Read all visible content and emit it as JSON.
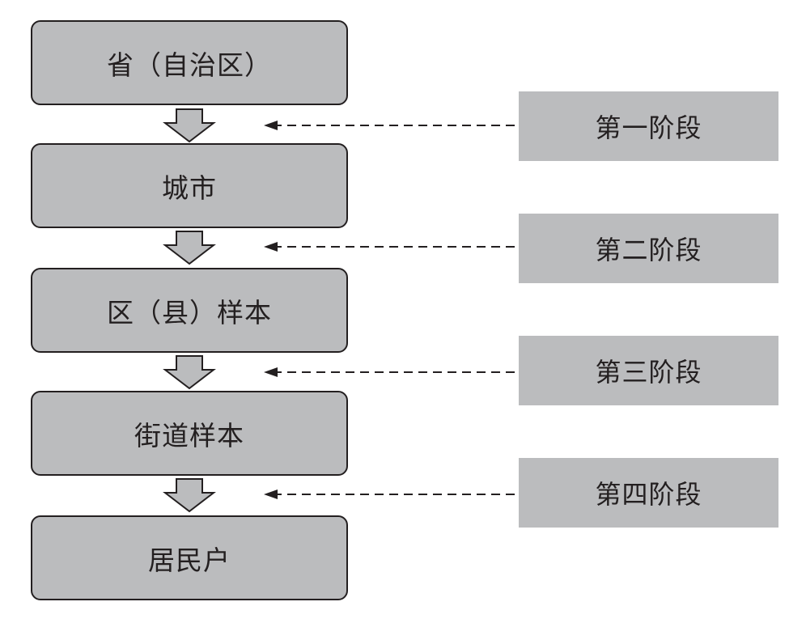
{
  "levels": [
    {
      "label": "省（自治区）"
    },
    {
      "label": "城市"
    },
    {
      "label": "区（县）样本"
    },
    {
      "label": "街道样本"
    },
    {
      "label": "居民户"
    }
  ],
  "stages": [
    {
      "label": "第一阶段"
    },
    {
      "label": "第二阶段"
    },
    {
      "label": "第三阶段"
    },
    {
      "label": "第四阶段"
    }
  ],
  "colors": {
    "box_fill": "#bbbcbe",
    "stroke": "#231f20",
    "arrow_fill": "#bbbcbe",
    "text": "#231f20"
  }
}
